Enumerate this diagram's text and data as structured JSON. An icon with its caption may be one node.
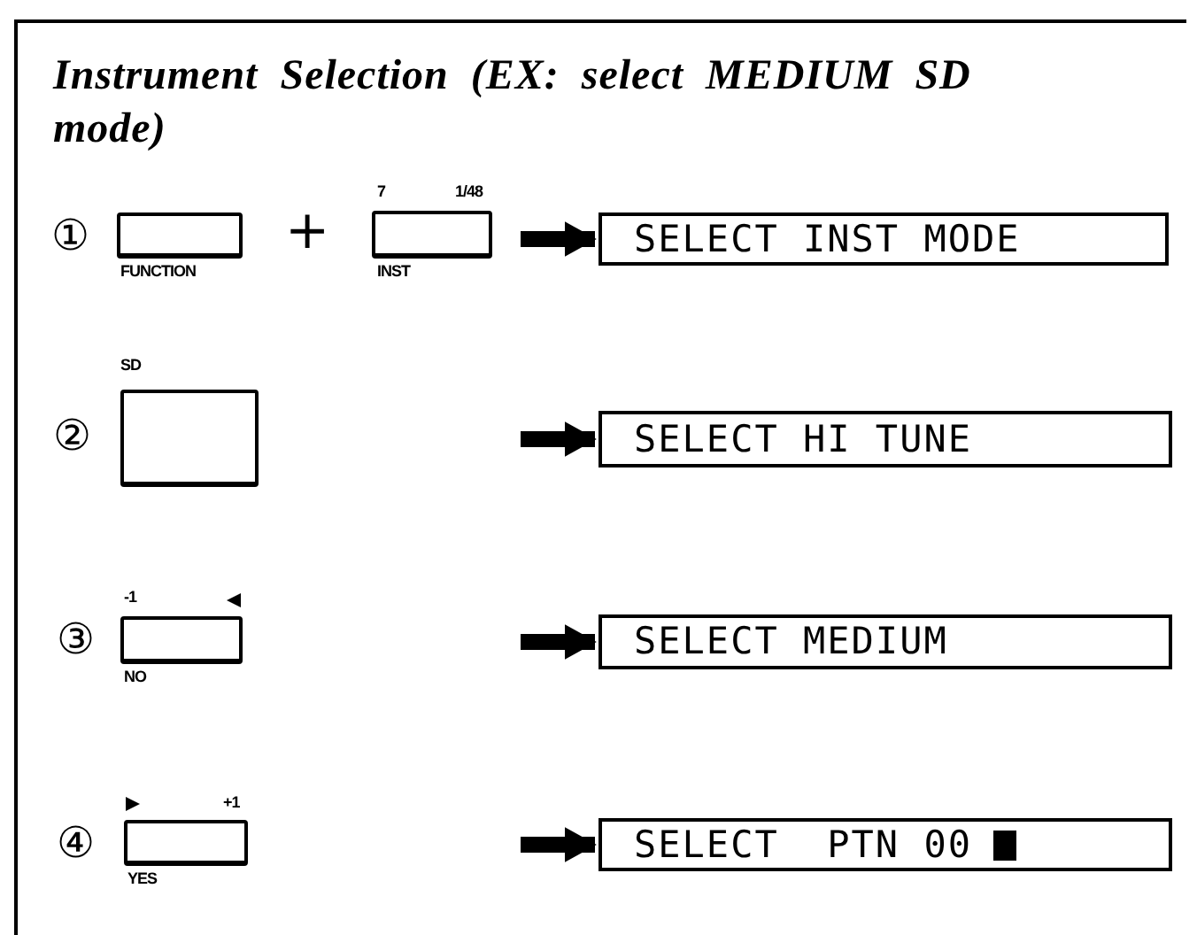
{
  "diagram": {
    "title": "Instrument Selection (EX: select MEDIUM SD mode)",
    "nodes": [
      {
        "text": [],
        "shape": "box",
        "beside": [
          "FUNCTION"
        ]
      },
      {
        "text": [],
        "shape": "box",
        "beside": [
          "7",
          "1/48",
          "INST"
        ]
      },
      {
        "text": [
          "SELECT INST MODE"
        ]
      },
      {
        "text": [],
        "shape": "box",
        "beside": [
          "SD"
        ]
      },
      {
        "text": [
          "SELECT HI TUNE"
        ]
      },
      {
        "text": [],
        "shape": "box",
        "beside": [
          "-1",
          "NO"
        ]
      },
      {
        "text": [
          "SELECT MEDIUM"
        ]
      },
      {
        "text": [],
        "shape": "box",
        "beside": [
          "+1",
          "YES"
        ]
      },
      {
        "text": [
          "SELECT  PTN 00"
        ]
      }
    ],
    "edges": [
      {
        "from": 1,
        "to": 2,
        "arrow": "to"
      },
      {
        "from": null,
        "to": 4,
        "arrow": "to"
      },
      {
        "from": null,
        "to": 6,
        "arrow": "to"
      },
      {
        "from": null,
        "to": 8,
        "arrow": "to"
      }
    ],
    "labels": [
      "①",
      "+",
      "②",
      "③",
      "④"
    ]
  }
}
